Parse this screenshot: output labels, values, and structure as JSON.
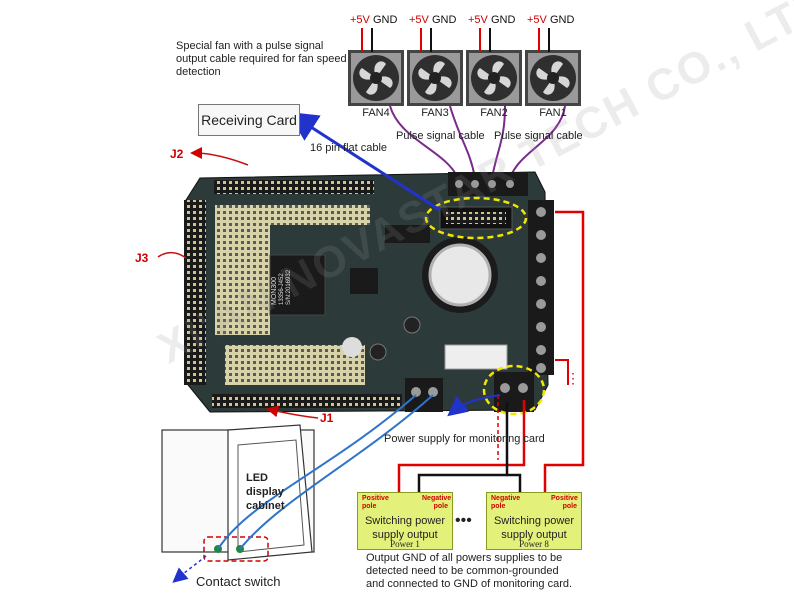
{
  "fan_note": [
    "Special fan with a pulse signal",
    "output cable required for fan speed",
    "detection"
  ],
  "fans": [
    {
      "name": "FAN4",
      "plus": "+5V",
      "gnd": "GND"
    },
    {
      "name": "FAN3",
      "plus": "+5V",
      "gnd": "GND"
    },
    {
      "name": "FAN2",
      "plus": "+5V",
      "gnd": "GND"
    },
    {
      "name": "FAN1",
      "plus": "+5V",
      "gnd": "GND"
    }
  ],
  "receiving_card": "Receiving Card",
  "flat_cable": "16 pin flat cable",
  "pulse_labels": [
    "Pulse signal cable",
    "Pulse signal cable"
  ],
  "connectors": {
    "j1": "J1",
    "j2": "J2",
    "j3": "J3"
  },
  "board_chip": [
    "MON300",
    "13356-J452",
    "S/N:2016932"
  ],
  "monitor_power_label": "Power supply for monitoring card",
  "cabinet_label": [
    "LED",
    "display",
    "cabinet"
  ],
  "contact_switch": "Contact switch",
  "psu": [
    {
      "neg": "Negative pole",
      "pos": "Positive pole",
      "line1": "Switching power",
      "line2": "supply output",
      "line3": "Power 1"
    },
    {
      "neg": "Negative pole",
      "pos": "Positive pole",
      "line1": "Switching power",
      "line2": "supply output",
      "line3": "Power 8"
    }
  ],
  "ellipsis": "•••",
  "bottom_note": [
    "Output GND of all powers supplies to be",
    "detected need to be common-grounded",
    "and connected to GND of monitoring card."
  ],
  "watermark": "XI'AN NOVASTAR TECH CO., LTD",
  "colors": {
    "red_wire": "#e00000",
    "blue_arrow": "#2233cc",
    "yellow_highlight": "#f2e600",
    "psu_fill": "#e3f07a",
    "board": "#2c3a3a"
  }
}
